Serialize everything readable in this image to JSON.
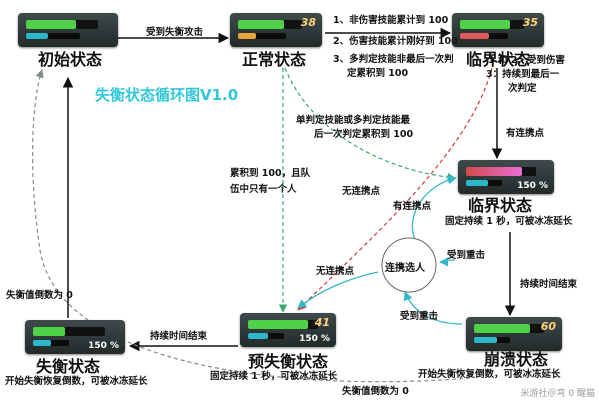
{
  "title": "失衡状态循环图V1.0",
  "states": {
    "initial": {
      "label": "初始状态"
    },
    "normal": {
      "label": "正常状态",
      "value": "38"
    },
    "critical_top": {
      "label": "临界状态",
      "value": "35"
    },
    "critical_right": {
      "label": "临界状态",
      "dmg": "150 %",
      "desc": "固定持续 1 秒，可被冰冻延长"
    },
    "pre_stagger": {
      "label": "预失衡状态",
      "value": "41",
      "dmg": "150 %",
      "desc": "固定持续 1 秒，可被冰冻延长"
    },
    "stagger": {
      "label": "失衡状态",
      "dmg": "150 %",
      "desc": "开始失衡恢复倒数，可被冰冻延长"
    },
    "collapse": {
      "label": "崩溃状态",
      "value": "60",
      "desc": "开始失衡恢复倒数，可被冰冻延长"
    }
  },
  "center": {
    "label": "连携选人"
  },
  "notes": {
    "hit_by_stagger_attack": "受到失衡攻击",
    "to_critical_1": "1、非伤害技能累计到 100",
    "to_critical_2": "2、伤害技能累计刚好到 100",
    "to_critical_3a": "3、多判定技能非最后一次判",
    "to_critical_3b": "定累积到 100",
    "critical_note_a": "1 和 2：受到伤害",
    "critical_note_b": "3：持续到最后一",
    "critical_note_c": "次判定",
    "has_chain_right": "有连携点",
    "single_multi_a": "单判定技能或多判定技能最",
    "single_multi_b": "后一次判定累积到 100",
    "accumulate_a": "累积到 100，且队",
    "accumulate_b": "伍中只有一个人",
    "no_chain_upper": "无连携点",
    "has_chain_inner": "有连携点",
    "no_chain_lower": "无连携点",
    "heavy_hit_upper": "受到重击",
    "heavy_hit_lower": "受到重击",
    "duration_end_right": "持续时间结束",
    "duration_end_bottom": "持续时间结束",
    "countdown_zero_left": "失衡值倒数为 0",
    "countdown_zero_bottom": "失衡值倒数为 0"
  },
  "watermark": "米游社＠弯 0 醒猫",
  "colors": {
    "arrow_black": "#111111",
    "green_dash": "#3aa86b",
    "red_dash": "#d23a3a",
    "cyan": "#35b7c9",
    "gray_dash": "#7f8f8f"
  }
}
